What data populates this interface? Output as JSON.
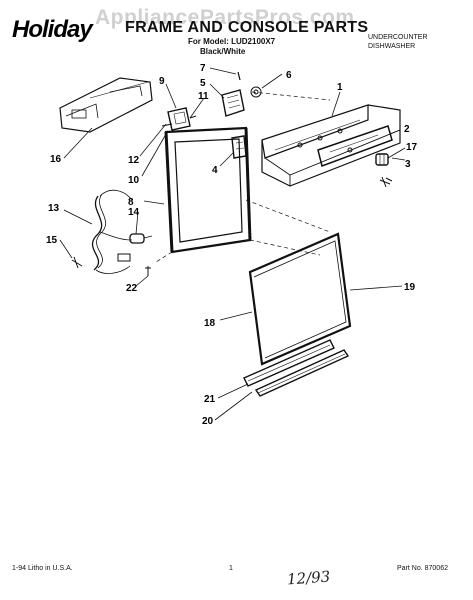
{
  "header": {
    "brand": "Holiday",
    "watermark": "AppliancePartsPros.com",
    "title": "FRAME AND CONSOLE PARTS",
    "model_line": "For Model: LUD2100X7",
    "color_line": "Black/White",
    "appliance_type": "UNDERCOUNTER DISHWASHER"
  },
  "callouts": [
    "1",
    "2",
    "3",
    "4",
    "5",
    "6",
    "7",
    "8",
    "9",
    "10",
    "11",
    "12",
    "13",
    "14",
    "15",
    "16",
    "17",
    "18",
    "19",
    "20",
    "21",
    "22"
  ],
  "footer": {
    "left": "1-94 Litho in U.S.A.",
    "center": "1",
    "right": "Part No. 870062",
    "handwritten": "12/93"
  }
}
